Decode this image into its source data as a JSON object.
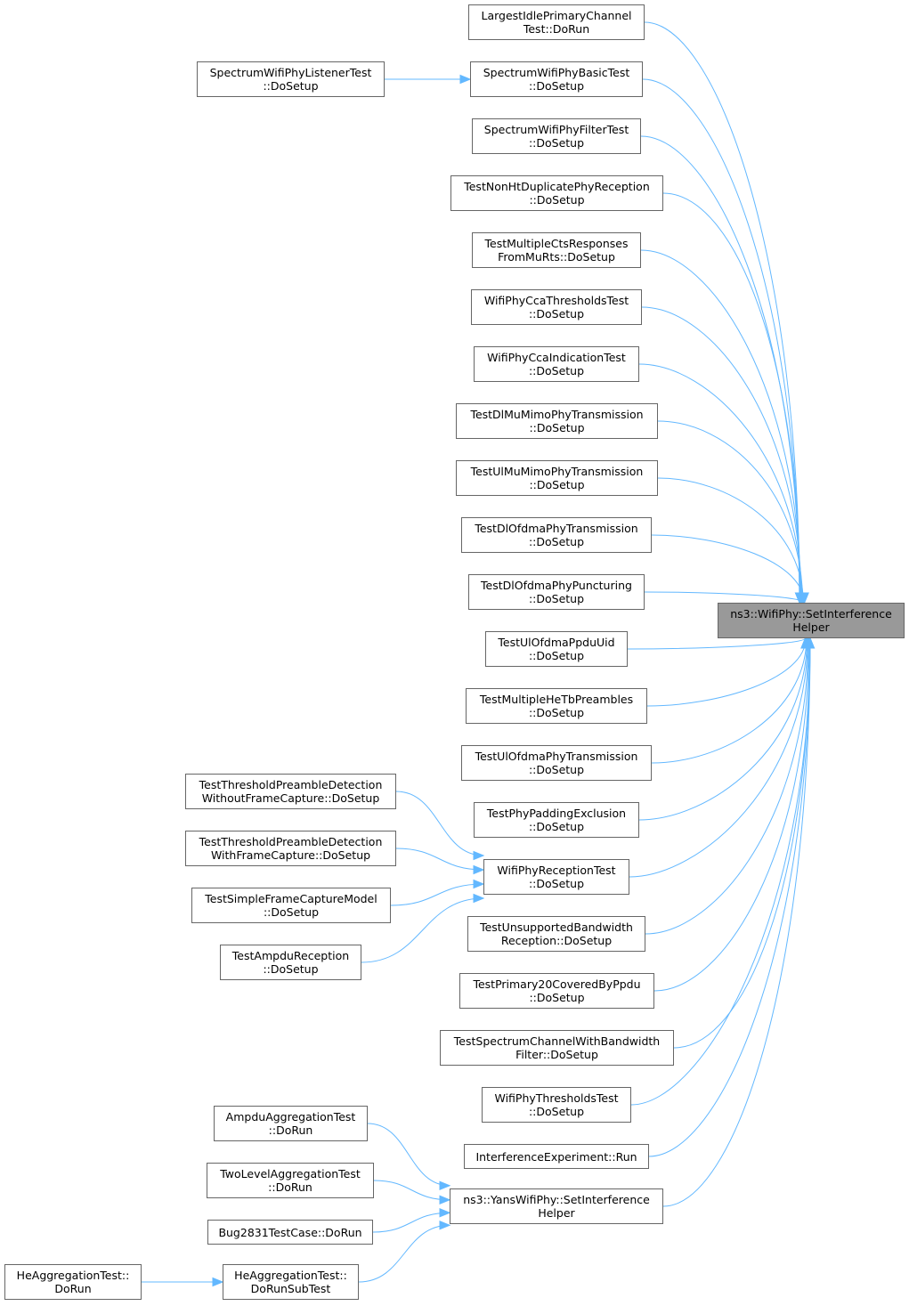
{
  "target": {
    "id": "target",
    "lines": [
      "ns3::WifiPhy::SetInterference",
      "Helper"
    ]
  },
  "nodes": [
    {
      "id": "n1",
      "lines": [
        "LargestIdlePrimaryChannel",
        "Test::DoRun"
      ]
    },
    {
      "id": "n2",
      "lines": [
        "SpectrumWifiPhyBasicTest",
        "::DoSetup"
      ]
    },
    {
      "id": "n2a",
      "lines": [
        "SpectrumWifiPhyListenerTest",
        "::DoSetup"
      ]
    },
    {
      "id": "n3",
      "lines": [
        "SpectrumWifiPhyFilterTest",
        "::DoSetup"
      ]
    },
    {
      "id": "n4",
      "lines": [
        "TestNonHtDuplicatePhyReception",
        "::DoSetup"
      ]
    },
    {
      "id": "n5",
      "lines": [
        "TestMultipleCtsResponses",
        "FromMuRts::DoSetup"
      ]
    },
    {
      "id": "n6",
      "lines": [
        "WifiPhyCcaThresholdsTest",
        "::DoSetup"
      ]
    },
    {
      "id": "n7",
      "lines": [
        "WifiPhyCcaIndicationTest",
        "::DoSetup"
      ]
    },
    {
      "id": "n8",
      "lines": [
        "TestDlMuMimoPhyTransmission",
        "::DoSetup"
      ]
    },
    {
      "id": "n9",
      "lines": [
        "TestUlMuMimoPhyTransmission",
        "::DoSetup"
      ]
    },
    {
      "id": "n10",
      "lines": [
        "TestDlOfdmaPhyTransmission",
        "::DoSetup"
      ]
    },
    {
      "id": "n11",
      "lines": [
        "TestDlOfdmaPhyPuncturing",
        "::DoSetup"
      ]
    },
    {
      "id": "n12",
      "lines": [
        "TestUlOfdmaPpduUid",
        "::DoSetup"
      ]
    },
    {
      "id": "n13",
      "lines": [
        "TestMultipleHeTbPreambles",
        "::DoSetup"
      ]
    },
    {
      "id": "n14",
      "lines": [
        "TestUlOfdmaPhyTransmission",
        "::DoSetup"
      ]
    },
    {
      "id": "n15",
      "lines": [
        "TestPhyPaddingExclusion",
        "::DoSetup"
      ]
    },
    {
      "id": "n16",
      "lines": [
        "WifiPhyReceptionTest",
        "::DoSetup"
      ]
    },
    {
      "id": "n16a",
      "lines": [
        "TestThresholdPreambleDetection",
        "WithoutFrameCapture::DoSetup"
      ]
    },
    {
      "id": "n16b",
      "lines": [
        "TestThresholdPreambleDetection",
        "WithFrameCapture::DoSetup"
      ]
    },
    {
      "id": "n16c",
      "lines": [
        "TestSimpleFrameCaptureModel",
        "::DoSetup"
      ]
    },
    {
      "id": "n16d",
      "lines": [
        "TestAmpduReception",
        "::DoSetup"
      ]
    },
    {
      "id": "n17",
      "lines": [
        "TestUnsupportedBandwidth",
        "Reception::DoSetup"
      ]
    },
    {
      "id": "n18",
      "lines": [
        "TestPrimary20CoveredByPpdu",
        "::DoSetup"
      ]
    },
    {
      "id": "n19",
      "lines": [
        "TestSpectrumChannelWithBandwidth",
        "Filter::DoSetup"
      ]
    },
    {
      "id": "n20",
      "lines": [
        "WifiPhyThresholdsTest",
        "::DoSetup"
      ]
    },
    {
      "id": "n21",
      "lines": [
        "InterferenceExperiment::Run"
      ]
    },
    {
      "id": "n22",
      "lines": [
        "ns3::YansWifiPhy::SetInterference",
        "Helper"
      ]
    },
    {
      "id": "n22a",
      "lines": [
        "AmpduAggregationTest",
        "::DoRun"
      ]
    },
    {
      "id": "n22b",
      "lines": [
        "TwoLevelAggregationTest",
        "::DoRun"
      ]
    },
    {
      "id": "n22c",
      "lines": [
        "Bug2831TestCase::DoRun"
      ]
    },
    {
      "id": "n22d",
      "lines": [
        "HeAggregationTest::",
        "DoRunSubTest"
      ]
    },
    {
      "id": "n22e",
      "lines": [
        "HeAggregationTest::",
        "DoRun"
      ]
    }
  ],
  "edges": [
    [
      "n1",
      "target"
    ],
    [
      "n2",
      "target"
    ],
    [
      "n3",
      "target"
    ],
    [
      "n4",
      "target"
    ],
    [
      "n5",
      "target"
    ],
    [
      "n6",
      "target"
    ],
    [
      "n7",
      "target"
    ],
    [
      "n8",
      "target"
    ],
    [
      "n9",
      "target"
    ],
    [
      "n10",
      "target"
    ],
    [
      "n11",
      "target"
    ],
    [
      "n12",
      "target"
    ],
    [
      "n13",
      "target"
    ],
    [
      "n14",
      "target"
    ],
    [
      "n15",
      "target"
    ],
    [
      "n16",
      "target"
    ],
    [
      "n17",
      "target"
    ],
    [
      "n18",
      "target"
    ],
    [
      "n19",
      "target"
    ],
    [
      "n20",
      "target"
    ],
    [
      "n21",
      "target"
    ],
    [
      "n22",
      "target"
    ],
    [
      "n2a",
      "n2"
    ],
    [
      "n16a",
      "n16"
    ],
    [
      "n16b",
      "n16"
    ],
    [
      "n16c",
      "n16"
    ],
    [
      "n16d",
      "n16"
    ],
    [
      "n22a",
      "n22"
    ],
    [
      "n22b",
      "n22"
    ],
    [
      "n22c",
      "n22"
    ],
    [
      "n22d",
      "n22"
    ],
    [
      "n22e",
      "n22d"
    ]
  ],
  "colors": {
    "edge": "#63b8ff",
    "target_fill": "#999999",
    "node_border": "#666666"
  }
}
